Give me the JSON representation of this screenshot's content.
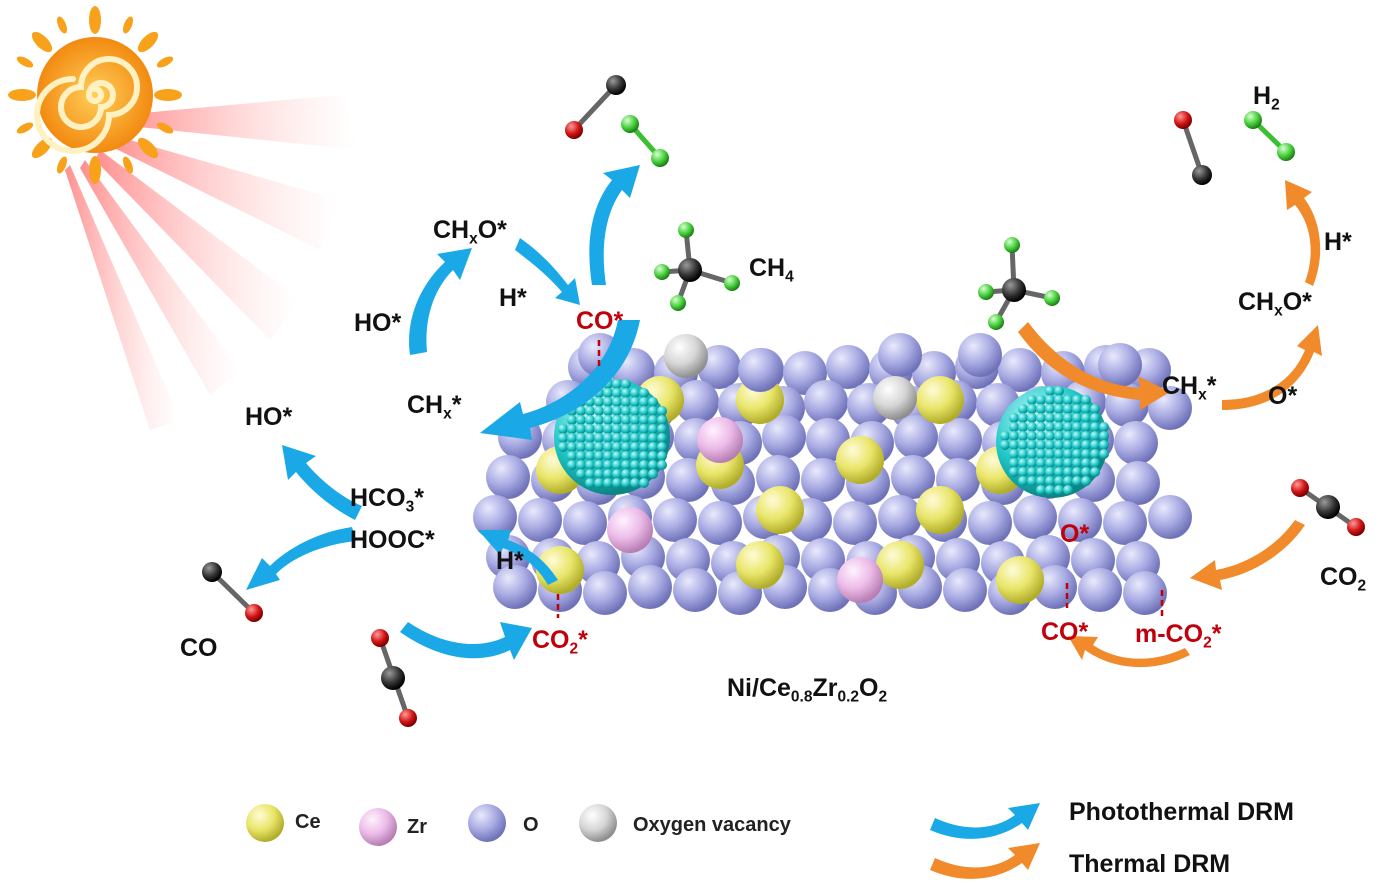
{
  "labels": {
    "left_chxo": {
      "base": "CH",
      "sub": "x",
      "tail": "O*"
    },
    "left_h1": "H*",
    "left_co_star": "CO*",
    "ch4": {
      "base": "CH",
      "sub": "4"
    },
    "left_ho_top": "HO*",
    "left_chx": {
      "base": "CH",
      "sub": "x",
      "tail": "*"
    },
    "left_ho_mid": "HO*",
    "hco3": {
      "base": "HCO",
      "sub": "3",
      "tail": "*"
    },
    "hooc": "HOOC*",
    "left_h2": "H*",
    "co_gas_left": "CO",
    "left_co2_star": {
      "base": "CO",
      "sub": "2",
      "tail": "*"
    },
    "catalyst": {
      "p1": "Ni/Ce",
      "s1": "0.8",
      "p2": "Zr",
      "s2": "0.2",
      "p3": "O",
      "s3": "2"
    },
    "h2": {
      "base": "H",
      "sub": "2"
    },
    "right_h": "H*",
    "right_chxo": {
      "base": "CH",
      "sub": "x",
      "tail": "O*"
    },
    "right_chx": {
      "base": "CH",
      "sub": "x",
      "tail": "*"
    },
    "right_o_star_top": "O*",
    "right_o_star_red": "O*",
    "right_co_star": "CO*",
    "m_co2_star": {
      "base": "m-CO",
      "sub": "2",
      "tail": "*"
    },
    "co2_gas_right": {
      "base": "CO",
      "sub": "2"
    }
  },
  "legend": {
    "ce": "Ce",
    "zr": "Zr",
    "o": "O",
    "vacancy": "Oxygen vacancy",
    "photothermal": "Photothermal DRM",
    "thermal": "Thermal DRM"
  },
  "colors": {
    "photothermal_arrow": "#1aa9e6",
    "thermal_arrow": "#f08a2a",
    "ce": "#e7e56a",
    "zr": "#eab8e6",
    "o": "#a9abe3",
    "vacancy": "#d6d6d6",
    "ni": "#1fc5c5",
    "red_label": "#c0000b"
  }
}
